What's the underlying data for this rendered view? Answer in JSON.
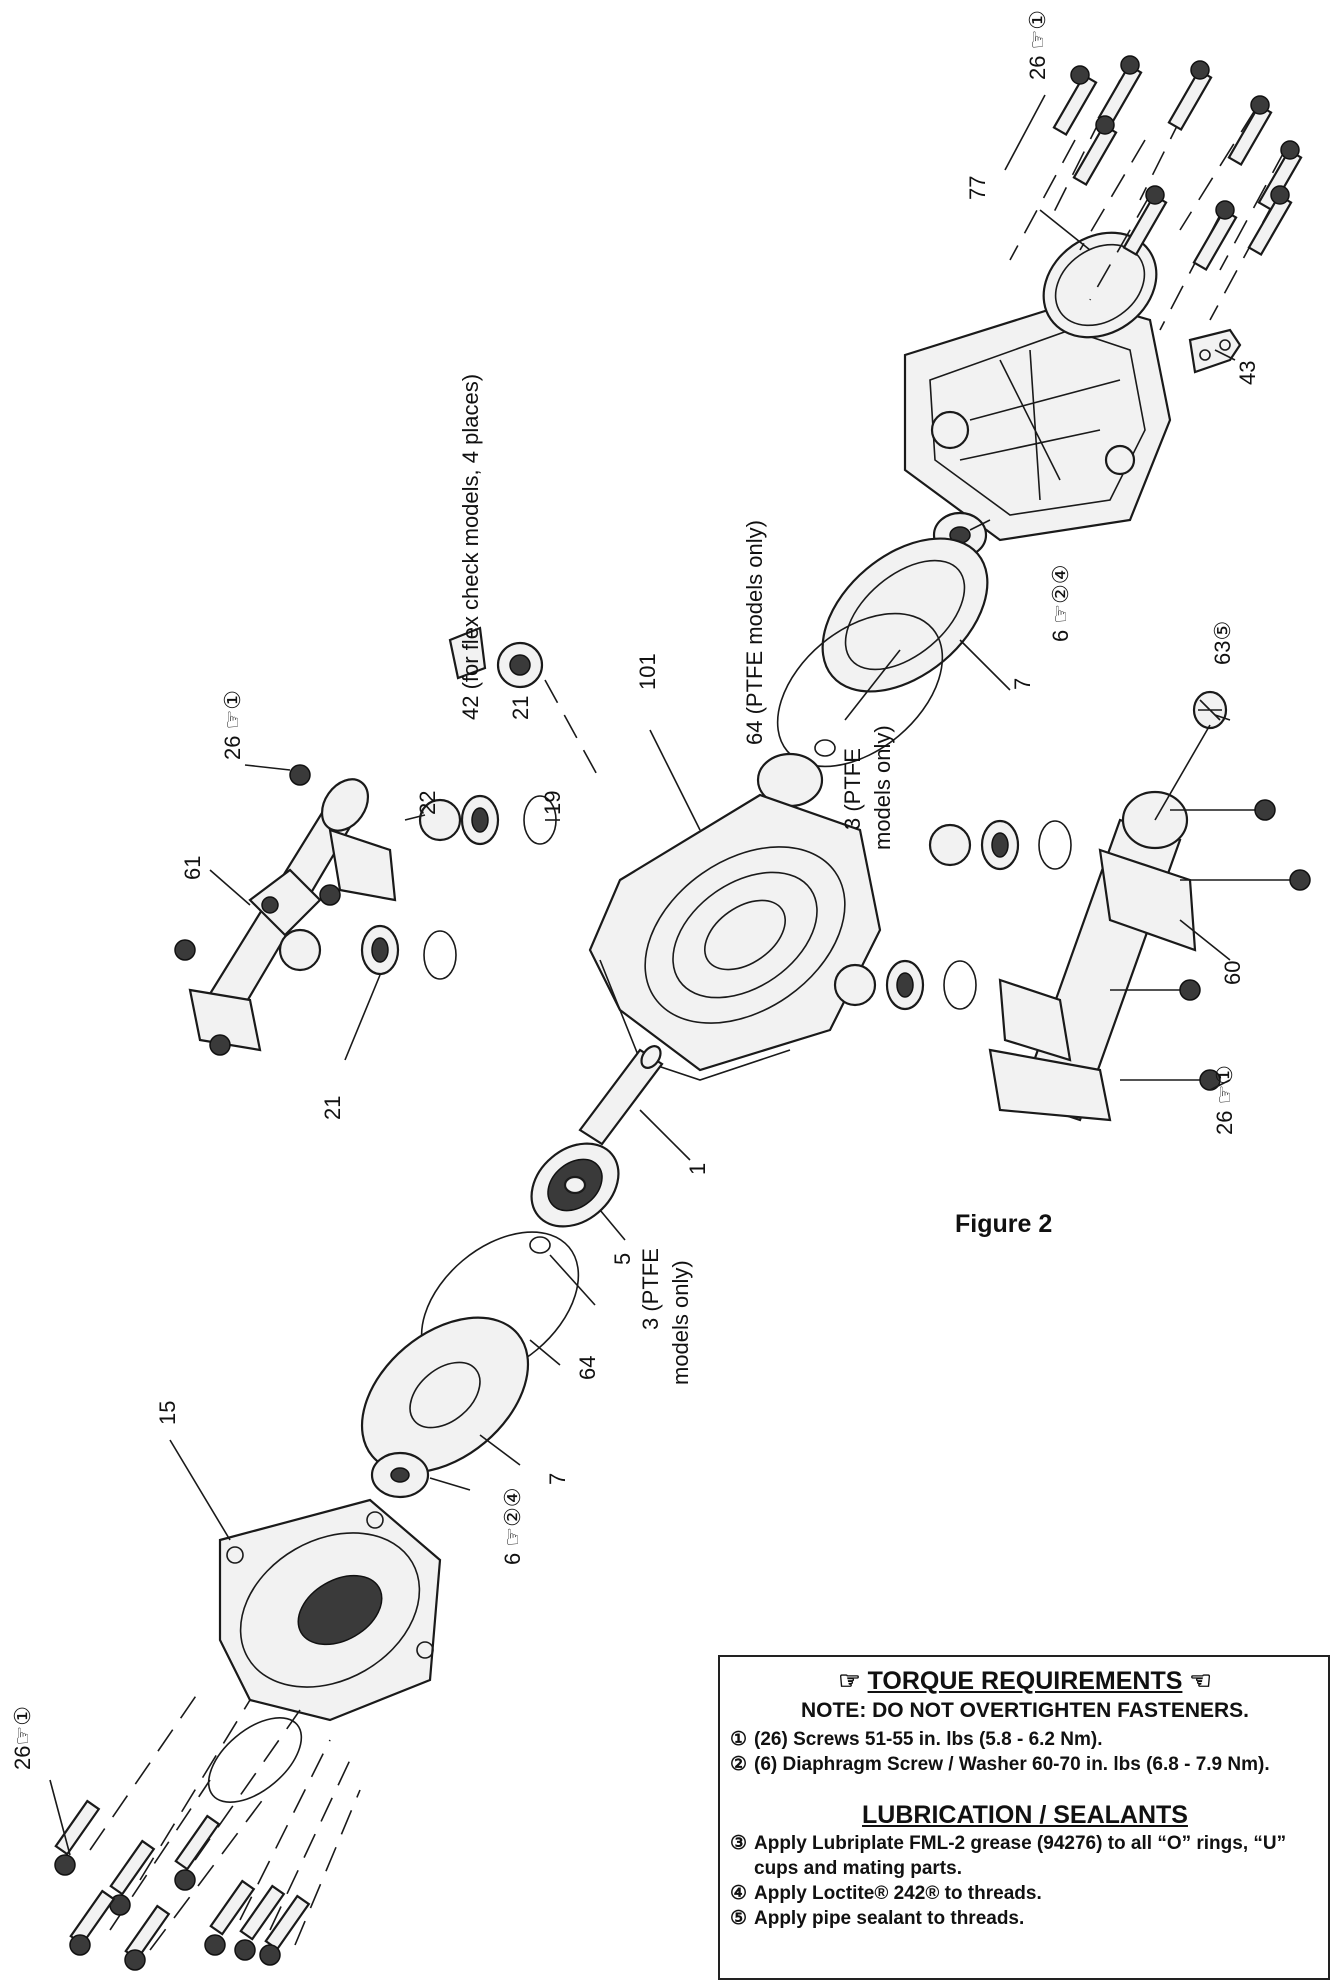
{
  "figure": {
    "caption": "Figure 2",
    "callouts": {
      "c26a": "26 ☞①",
      "c77": "77",
      "c43": "43",
      "c42": "42 (for flex check models, 4 places)",
      "c21a": "21",
      "c64a": "64 (PTFE models only)",
      "c6a": "6 ☞②④",
      "c7a": "7",
      "c101": "101",
      "c22": "22",
      "c19": "19",
      "c26b": "26 ☞①",
      "c61": "61",
      "c3a_line1": "3 (PTFE",
      "c3a_line2": "models only)",
      "c635": "63⑤",
      "c21b": "21",
      "c60": "60",
      "c26c": "26 ☞①",
      "c1": "1",
      "c5": "5",
      "c3b_line1": "3 (PTFE",
      "c3b_line2": "models only)",
      "c64b": "64",
      "c7b": "7",
      "c15": "15",
      "c6b": "6 ☞②④",
      "c26d": "26☞①"
    }
  },
  "torque_box": {
    "title": "TORQUE REQUIREMENTS",
    "title_icon_left": "☞",
    "title_icon_right": "☜",
    "note": "NOTE: DO NOT OVERTIGHTEN FASTENERS.",
    "torque_items": [
      {
        "marker": "①",
        "text": "(26) Screws 51-55 in. lbs (5.8 - 6.2 Nm)."
      },
      {
        "marker": "②",
        "text": "(6) Diaphragm Screw / Washer 60-70 in. lbs (6.8 - 7.9 Nm)."
      }
    ],
    "lubrication_title": "LUBRICATION / SEALANTS",
    "lubrication_items": [
      {
        "marker": "③",
        "text": "Apply Lubriplate FML-2 grease (94276) to all “O” rings, “U” cups and mating parts."
      },
      {
        "marker": "④",
        "text": "Apply Loctite® 242® to threads."
      },
      {
        "marker": "⑤",
        "text": "Apply pipe sealant to threads."
      }
    ]
  }
}
